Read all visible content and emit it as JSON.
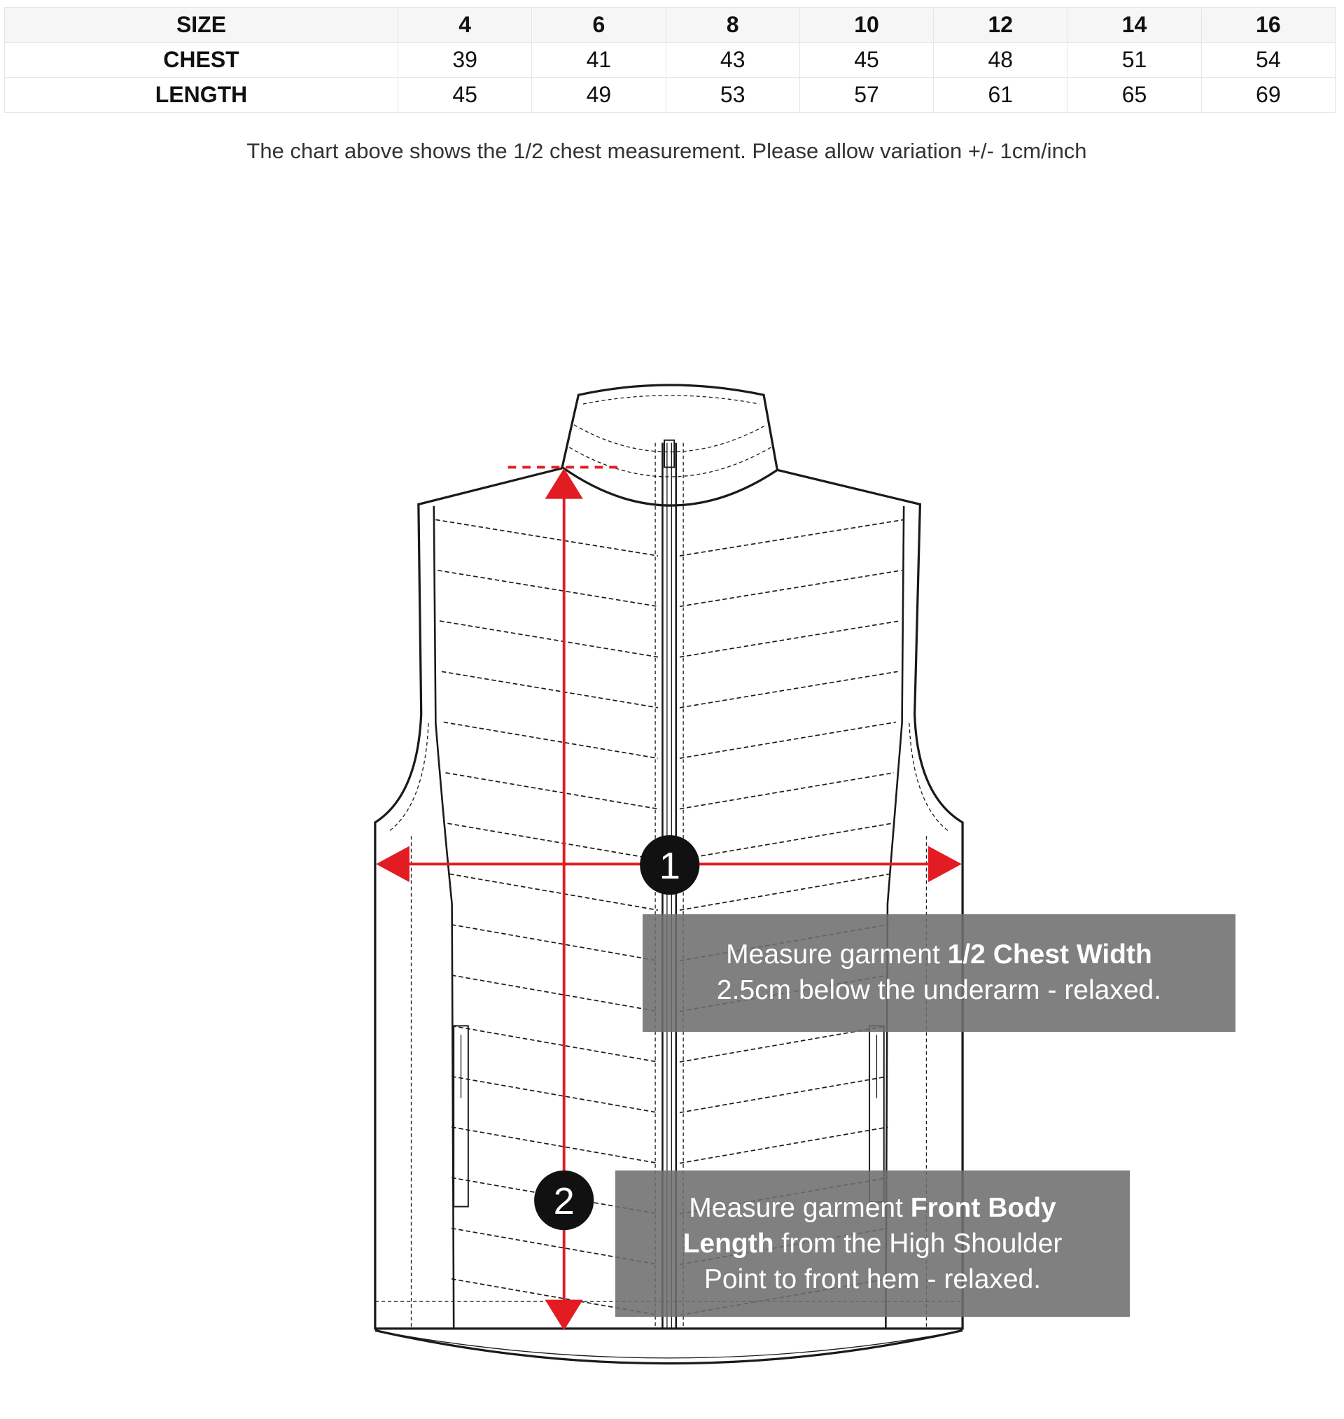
{
  "size_table": {
    "headers": [
      "SIZE",
      "4",
      "6",
      "8",
      "10",
      "12",
      "14",
      "16"
    ],
    "rows": [
      {
        "label": "CHEST",
        "values": [
          "39",
          "41",
          "43",
          "45",
          "48",
          "51",
          "54"
        ]
      },
      {
        "label": "LENGTH",
        "values": [
          "45",
          "49",
          "53",
          "57",
          "61",
          "65",
          "69"
        ]
      }
    ]
  },
  "caption": "The chart above shows the 1/2 chest measurement. Please allow variation +/- 1cm/inch",
  "markers": {
    "one": "1",
    "two": "2"
  },
  "notes": {
    "chest": {
      "pre": "Measure garment ",
      "bold": "1/2 Chest Width",
      "post": "2.5cm below the underarm - relaxed."
    },
    "length": {
      "pre": "Measure garment ",
      "bold": "Front Body",
      "bold2": "Length",
      "post": " from the High Shoulder",
      "post2": "Point to front hem - relaxed."
    }
  },
  "colors": {
    "accent": "#e31b23",
    "box": "#6e6e6e"
  }
}
